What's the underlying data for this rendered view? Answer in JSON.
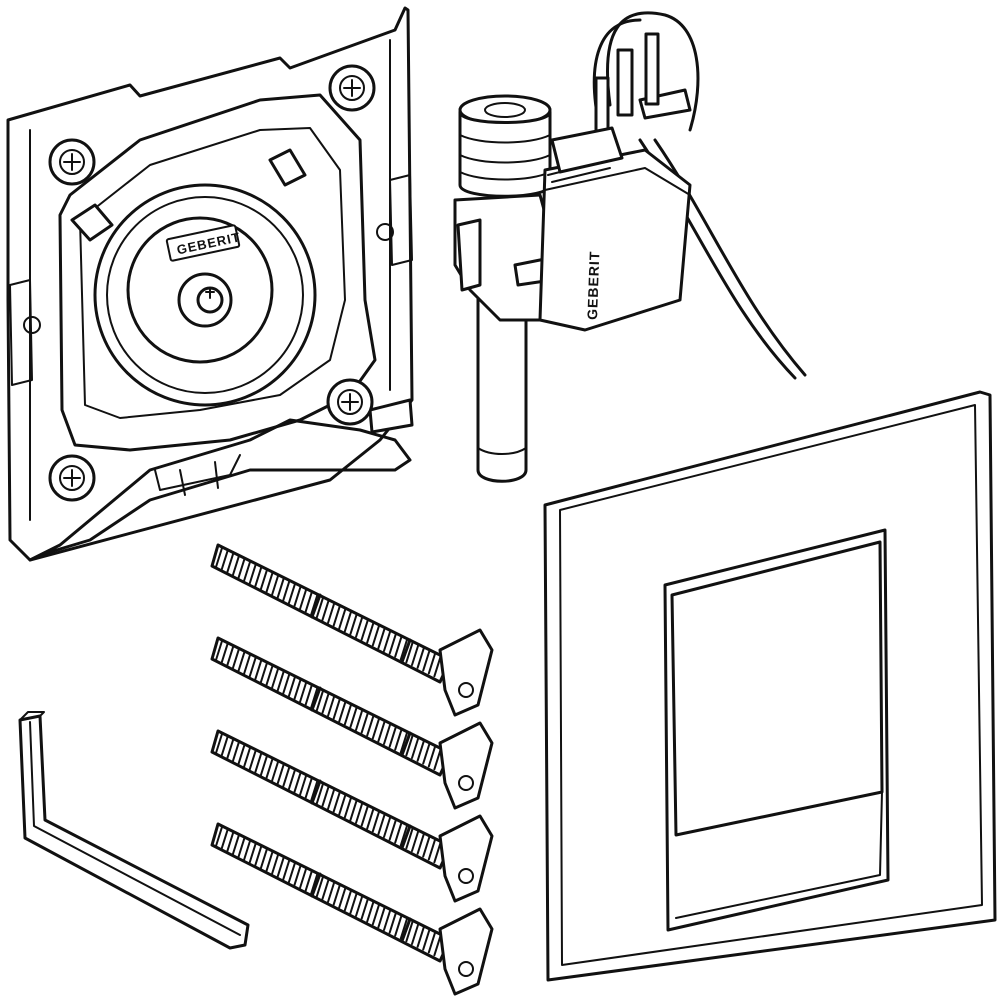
{
  "brand": {
    "logo_text": "GEBERIT"
  },
  "parts": {
    "mounting_plate": {
      "screws": 4
    },
    "valve": {},
    "cover_plate": {},
    "fixing_bolts": {
      "count": 4
    },
    "hex_key": {}
  },
  "colors": {
    "line": "#111111",
    "background": "#ffffff"
  }
}
